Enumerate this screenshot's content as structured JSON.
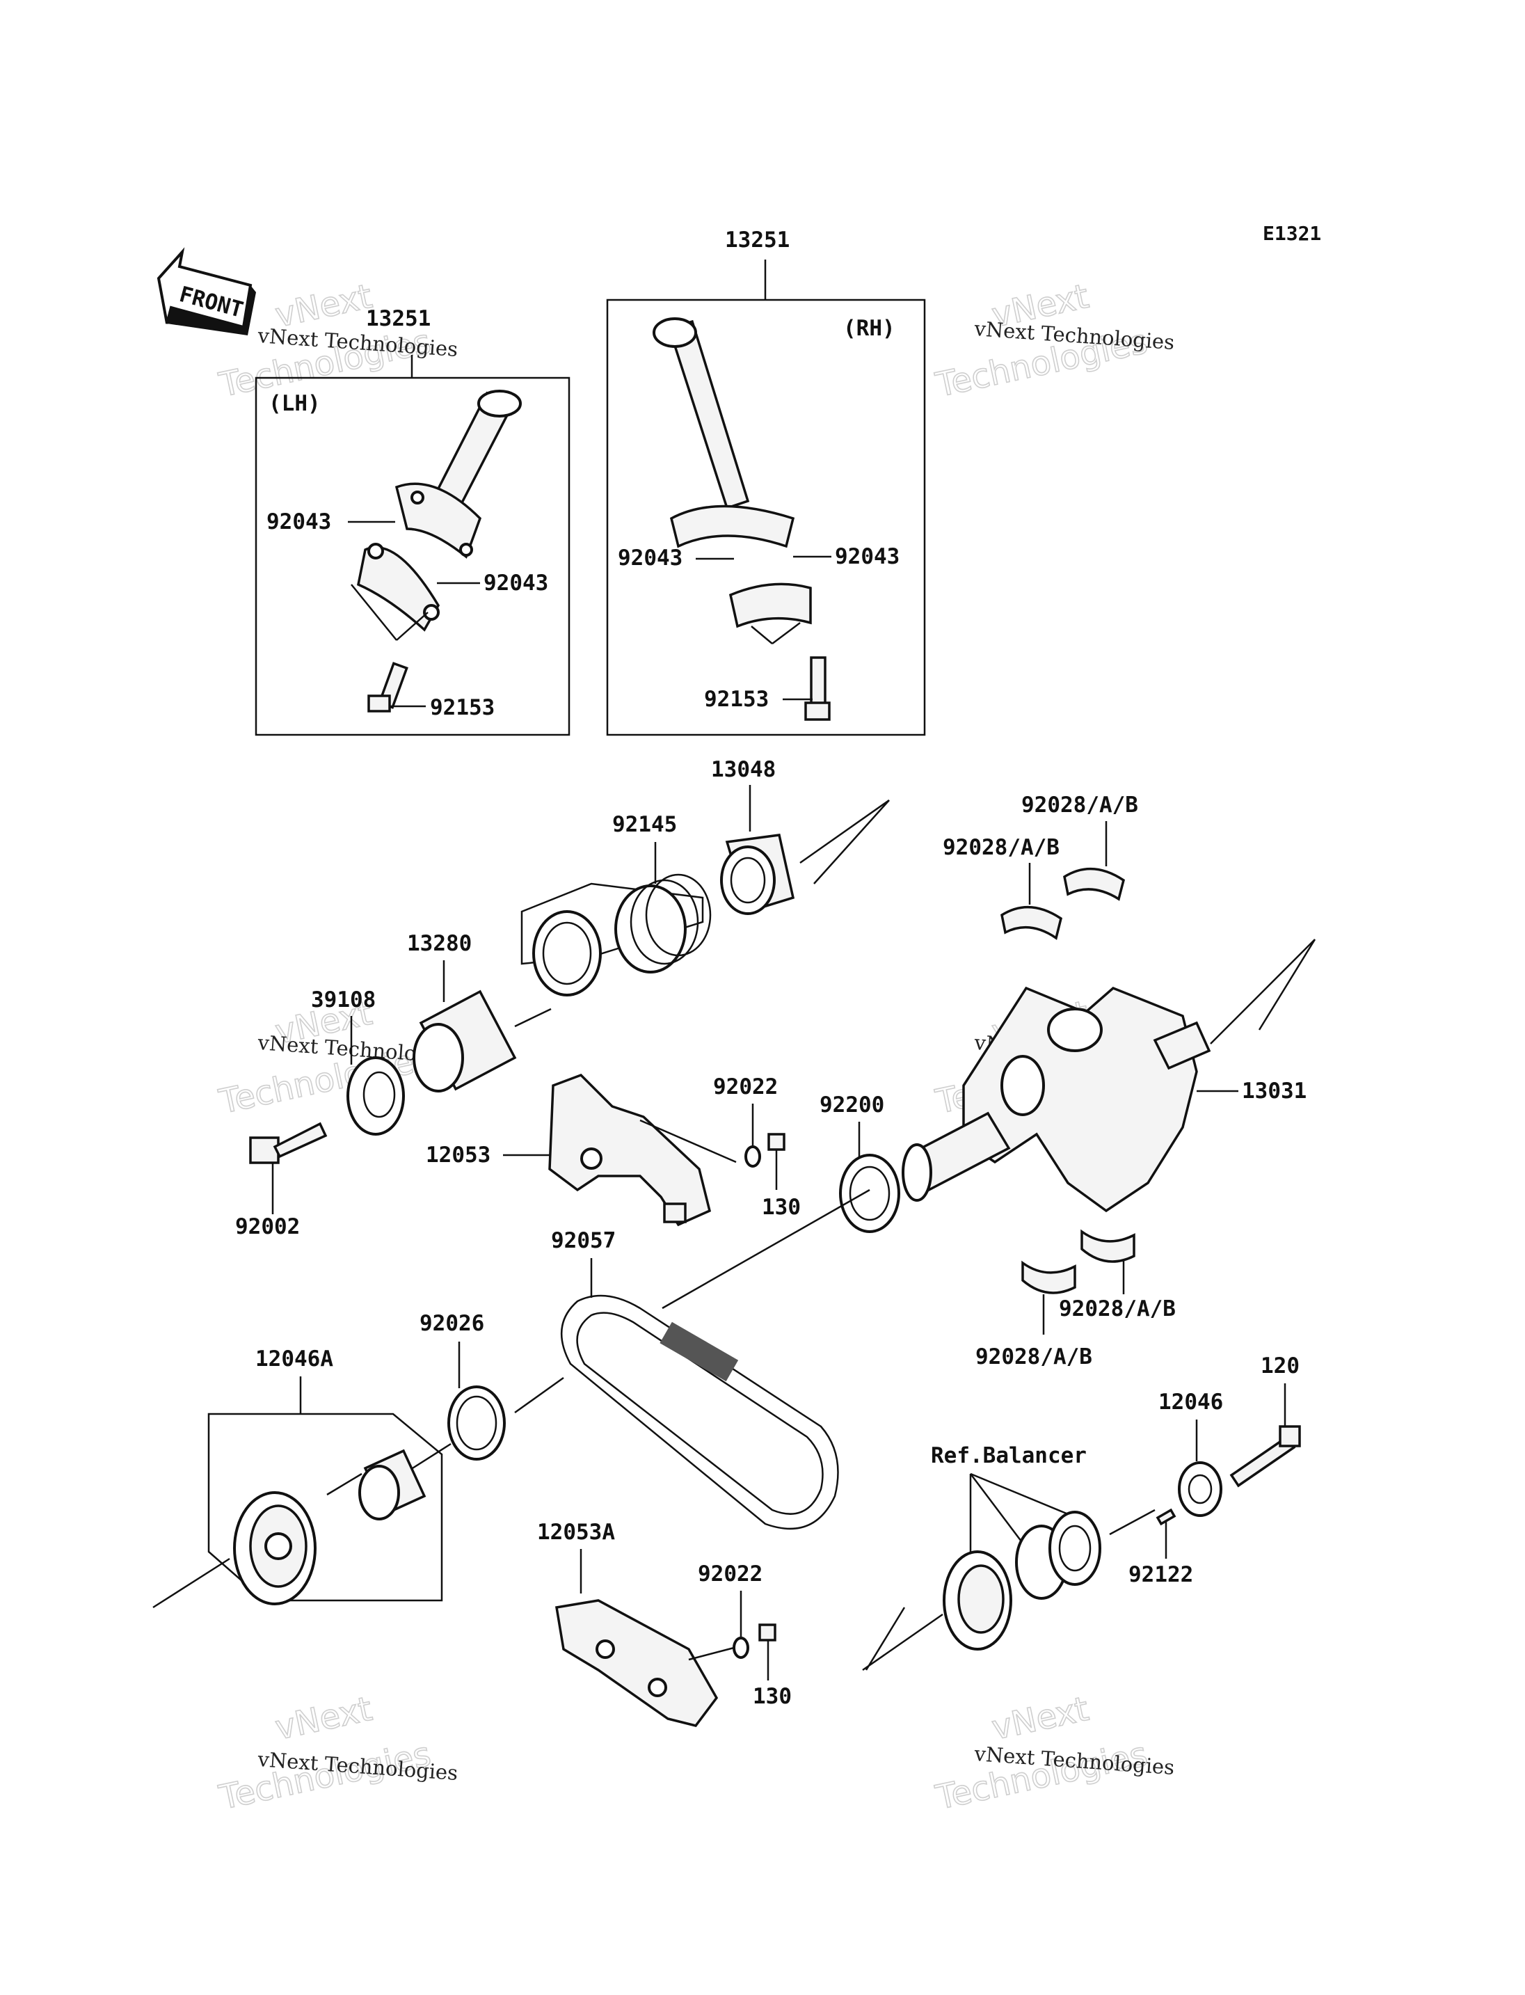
{
  "diagram_code": "E1321",
  "watermark": {
    "brand": "vNext",
    "line1": "vNext Technologies",
    "line2": "Technologies"
  },
  "front_arrow_label": "FRONT",
  "groups": {
    "left_conrod": "(LH)",
    "right_conrod": "(RH)",
    "balancer_ref": "Ref.Balancer"
  },
  "labels": {
    "p13251_lh": "13251",
    "p13251_rh": "13251",
    "p92043_lh_a": "92043",
    "p92043_lh_b": "92043",
    "p92153_lh": "92153",
    "p92043_rh_a": "92043",
    "p92043_rh_b": "92043",
    "p92153_rh": "92153",
    "p13048": "13048",
    "p92145": "92145",
    "p13280": "13280",
    "p39108": "39108",
    "p92002": "92002",
    "p12053": "12053",
    "p92022_a": "92022",
    "p130_a": "130",
    "p92200": "92200",
    "p92028_1": "92028/A/B",
    "p92028_2": "92028/A/B",
    "p92028_3": "92028/A/B",
    "p92028_4": "92028/A/B",
    "p13031": "13031",
    "p92057": "92057",
    "p92026": "92026",
    "p12046A": "12046A",
    "p12053A": "12053A",
    "p92022_b": "92022",
    "p130_b": "130",
    "p120": "120",
    "p12046": "12046",
    "p92122": "92122"
  }
}
